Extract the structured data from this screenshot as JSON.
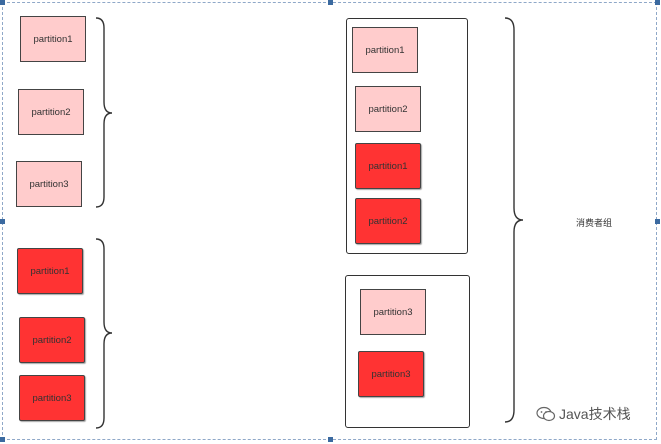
{
  "left_top_group": [
    {
      "label": "partition1",
      "style": "light"
    },
    {
      "label": "partition2",
      "style": "light"
    },
    {
      "label": "partition3",
      "style": "light"
    }
  ],
  "left_bottom_group": [
    {
      "label": "partition1",
      "style": "dark"
    },
    {
      "label": "partition2",
      "style": "dark"
    },
    {
      "label": "partition3",
      "style": "dark"
    }
  ],
  "consumer_1": [
    {
      "label": "partition1",
      "style": "light"
    },
    {
      "label": "partition2",
      "style": "light"
    },
    {
      "label": "partition1",
      "style": "dark"
    },
    {
      "label": "partition2",
      "style": "dark"
    }
  ],
  "consumer_2": [
    {
      "label": "partition3",
      "style": "light"
    },
    {
      "label": "partition3",
      "style": "dark"
    }
  ],
  "consumer_group_label": "消费者组",
  "watermark": "Java技术栈",
  "colors": {
    "light_partition": "#ffcccc",
    "dark_partition": "#ff3333",
    "frame": "#8fa8c8"
  }
}
